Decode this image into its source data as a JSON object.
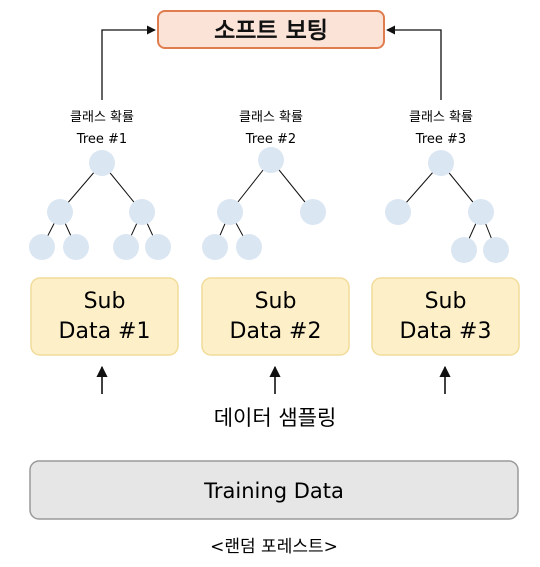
{
  "soft_voting_label": "소프트 보팅",
  "trees": [
    {
      "prob_label": "클래스 확률",
      "tree_label": "Tree #1",
      "subdata_line1": "Sub",
      "subdata_line2": "Data #1"
    },
    {
      "prob_label": "클래스 확률",
      "tree_label": "Tree #2",
      "subdata_line1": "Sub",
      "subdata_line2": "Data #2"
    },
    {
      "prob_label": "클래스 확률",
      "tree_label": "Tree #3",
      "subdata_line1": "Sub",
      "subdata_line2": "Data #3"
    }
  ],
  "sampling_label": "데이터 샘플링",
  "training_data_label": "Training Data",
  "caption": "<랜덤 포레스트>",
  "colors": {
    "soft_box_fill": "#fbe3d8",
    "soft_box_stroke": "#e07d4f",
    "node_fill": "#dbe6f3",
    "subdata_fill": "#fdf0c8",
    "subdata_stroke": "#f2dc9a",
    "training_fill": "#e6e6e6",
    "training_stroke": "#9a9a9a"
  }
}
